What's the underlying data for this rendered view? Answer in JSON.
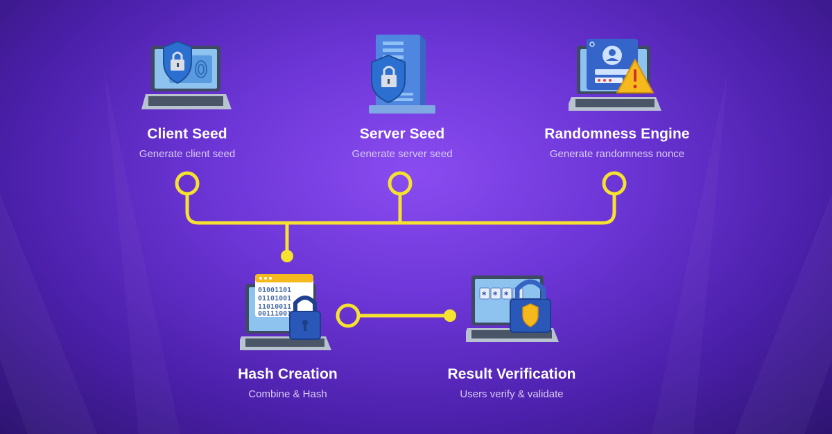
{
  "colors": {
    "connector": "#f5e12f",
    "background_center": "#8a4cf0",
    "background_edge": "#2e1470",
    "title": "#ffffff",
    "subtitle": "#d9ccf7"
  },
  "nodes": [
    {
      "id": "client-seed",
      "title": "Client Seed",
      "subtitle": "Generate client seed",
      "icon": "laptop-shield-lock-icon"
    },
    {
      "id": "server-seed",
      "title": "Server Seed",
      "subtitle": "Generate server seed",
      "icon": "server-shield-lock-icon"
    },
    {
      "id": "randomness-engine",
      "title": "Randomness Engine",
      "subtitle": "Generate randomness nonce",
      "icon": "laptop-user-warning-icon"
    },
    {
      "id": "hash-creation",
      "title": "Hash Creation",
      "subtitle": "Combine & Hash",
      "icon": "laptop-binary-lock-icon"
    },
    {
      "id": "result-verification",
      "title": "Result Verification",
      "subtitle": "Users verify & validate",
      "icon": "laptop-password-lock-icon"
    }
  ]
}
